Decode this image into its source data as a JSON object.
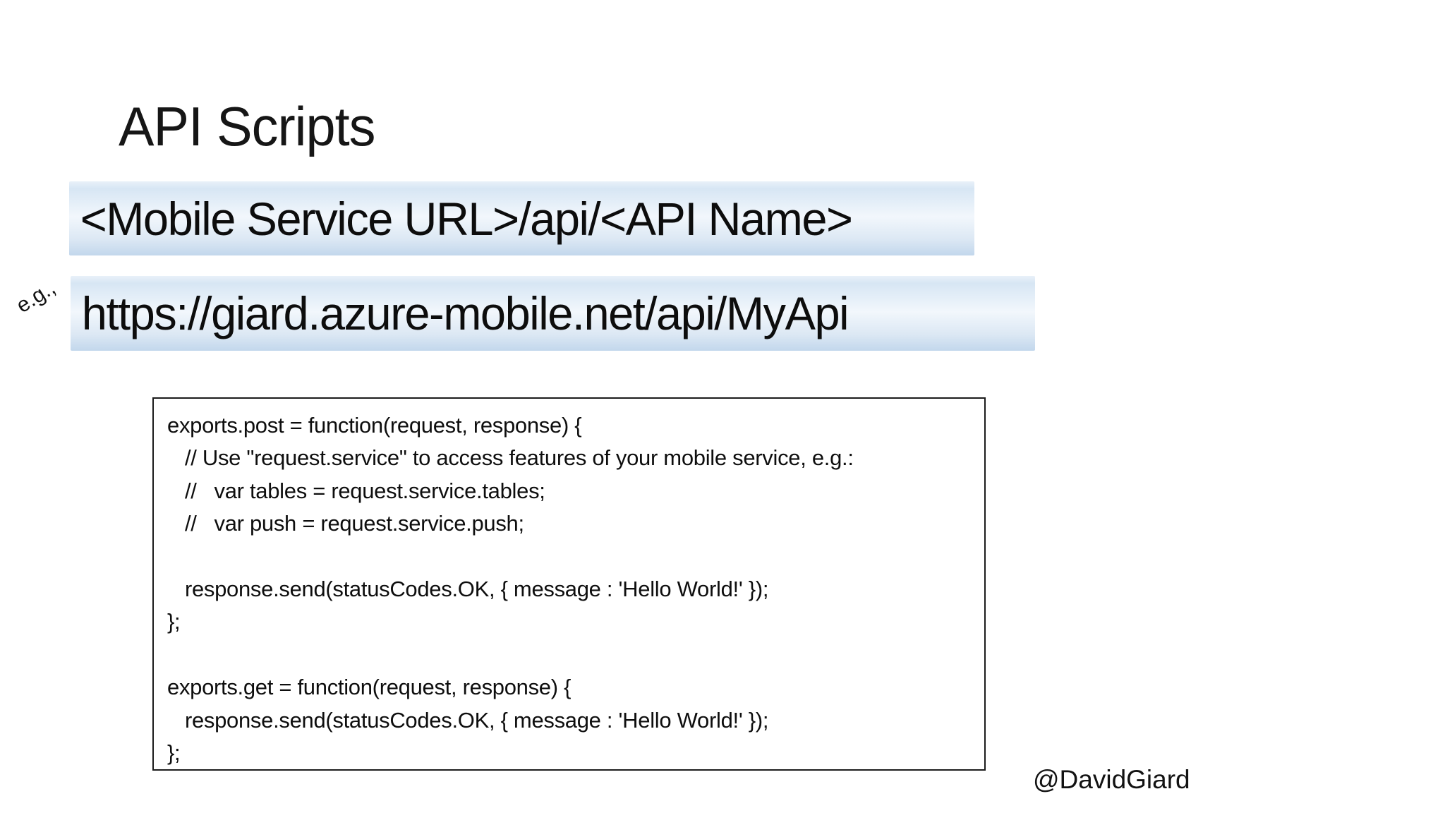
{
  "slide": {
    "title": "API Scripts",
    "url_template": "<Mobile Service URL>/api/<API Name>",
    "eg_label": "e.g.,",
    "url_example": "https://giard.azure-mobile.net/api/MyApi",
    "code_lines": [
      "exports.post = function(request, response) {",
      "   // Use \"request.service\" to access features of your mobile service, e.g.:",
      "   //   var tables = request.service.tables;",
      "   //   var push = request.service.push;",
      "",
      "   response.send(statusCodes.OK, { message : 'Hello World!' });",
      "};",
      "",
      "exports.get = function(request, response) {",
      "   response.send(statusCodes.OK, { message : 'Hello World!' });",
      "};"
    ],
    "handle": "@DavidGiard",
    "colors": {
      "highlight_top": "#d7e6f4",
      "highlight_mid": "#f2f7fc",
      "highlight_bottom": "#c2d7ec",
      "text": "#121212",
      "background": "#ffffff"
    }
  }
}
